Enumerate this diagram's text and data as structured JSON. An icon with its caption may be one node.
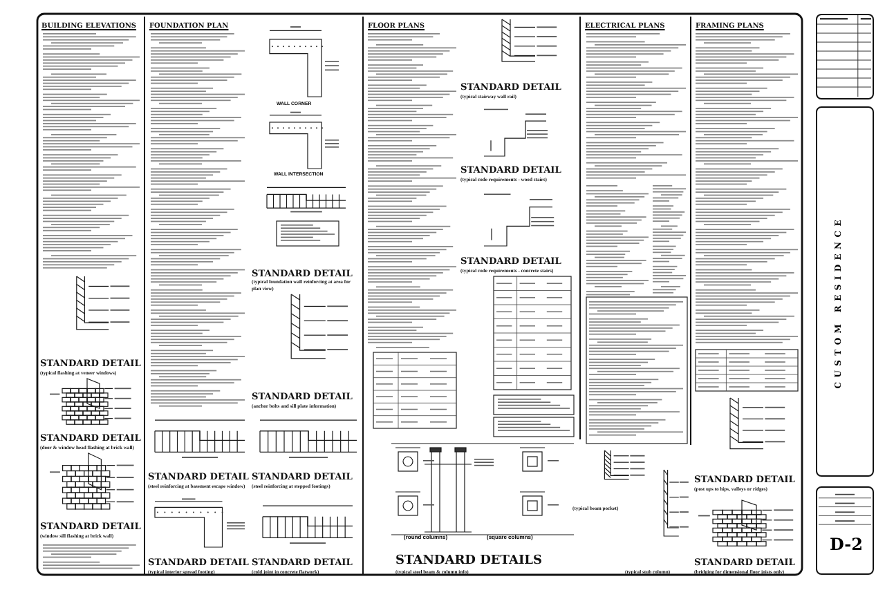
{
  "diagram": {
    "nodes": [
      {
        "text": [
          "BUILDING ELEVATIONS"
        ]
      },
      {
        "text": [
          "STANDARD DETAIL",
          "(typical flashing at veneer windows)"
        ],
        "in": 0
      },
      {
        "text": [
          "STANDARD DETAIL",
          "(door & window head flashing at brick wall)"
        ],
        "in": 0
      },
      {
        "text": [
          "STANDARD DETAIL",
          "(window sill flashing at brick wall)"
        ],
        "in": 0
      },
      {
        "text": [
          "FOUNDATION PLAN"
        ]
      },
      {
        "text": [
          "STANDARD DETAIL",
          "(typical foundation wall reinforcing at area for plan view)"
        ],
        "in": 4
      },
      {
        "text": [
          "STANDARD DETAIL",
          "(anchor bolts and sill plate information)"
        ],
        "in": 4
      },
      {
        "text": [
          "STANDARD DETAIL",
          "(steel reinforcing at stepped footings)"
        ],
        "in": 4
      },
      {
        "text": [
          "STANDARD DETAIL",
          "(cold joint in concrete flatwork)"
        ],
        "in": 4
      },
      {
        "text": [
          "STANDARD DETAIL",
          "(steel reinforcing at basement escape window)"
        ],
        "in": 4
      },
      {
        "text": [
          "STANDARD DETAIL",
          "(typical interior spread footing)"
        ],
        "in": 4
      },
      {
        "text": [
          "FLOOR PLANS"
        ]
      },
      {
        "text": [
          "STANDARD DETAIL",
          "(typical stairway wall rail)"
        ],
        "in": 11
      },
      {
        "text": [
          "STANDARD DETAIL",
          "(typical code requirements - wood stairs)"
        ],
        "in": 11
      },
      {
        "text": [
          "STANDARD DETAIL",
          "(typical code requirements - concrete stairs)"
        ],
        "in": 11
      },
      {
        "text": [
          "ELECTRICAL PLANS"
        ]
      },
      {
        "text": [
          "FRAMING PLANS"
        ]
      },
      {
        "text": [
          "STANDARD DETAIL",
          "(post ups to hips, valleys or ridges)"
        ],
        "in": 16
      },
      {
        "text": [
          "STANDARD DETAIL",
          "(bridging for dimensional floor joists only)"
        ],
        "in": 16
      },
      {
        "text": [
          "STANDARD DETAILS",
          "(typical steel beam & column info)"
        ]
      },
      {
        "text": [
          "(typical beam pocket)"
        ]
      },
      {
        "text": [
          "(typical stub column)"
        ]
      },
      {
        "text": [],
        "shape": "box"
      },
      {
        "text": [
          "CUSTOM RESIDENCE"
        ]
      },
      {
        "text": [
          "D-2"
        ]
      }
    ],
    "labels": [
      "WALL CORNER",
      "WALL INTERSECTION",
      "(round columns)",
      "(square columns)"
    ]
  }
}
